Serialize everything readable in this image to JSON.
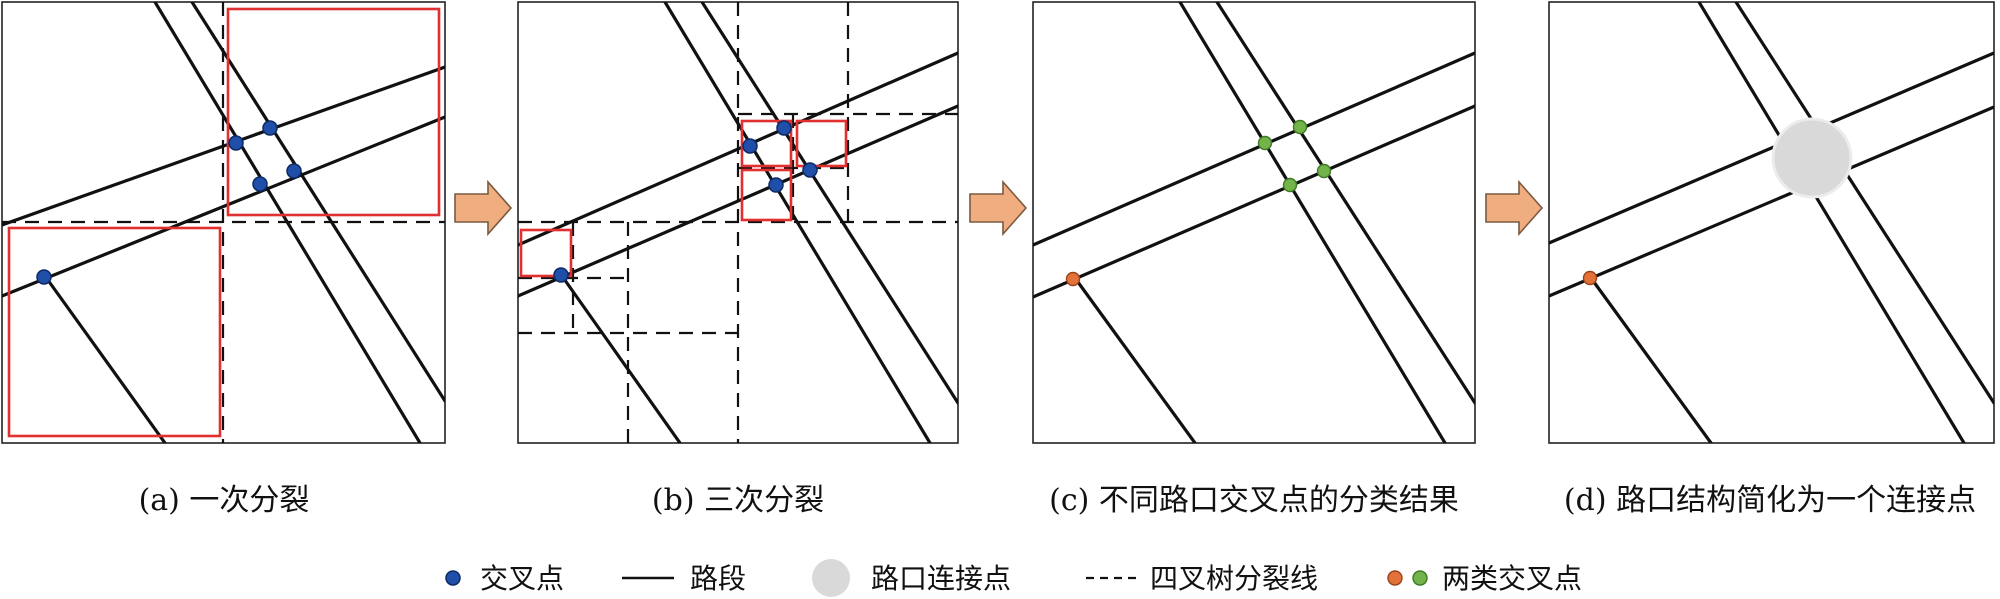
{
  "captions": {
    "a": "(a) 一次分裂",
    "b": "(b) 三次分裂",
    "c": "(c) 不同路口交叉点的分类结果",
    "d": "(d) 路口结构简化为一个连接点"
  },
  "legend": {
    "intersection": "交叉点",
    "segment": "路段",
    "junction_node": "路口连接点",
    "split_line": "四叉树分裂线",
    "two_classes": "两类交叉点"
  },
  "colors": {
    "intersection": "#1f4fa8",
    "class_one": "#e2713a",
    "class_two": "#72b34a",
    "junction": "#d9d9d9",
    "box": "#e03030",
    "arrow": "#f0ae80"
  }
}
